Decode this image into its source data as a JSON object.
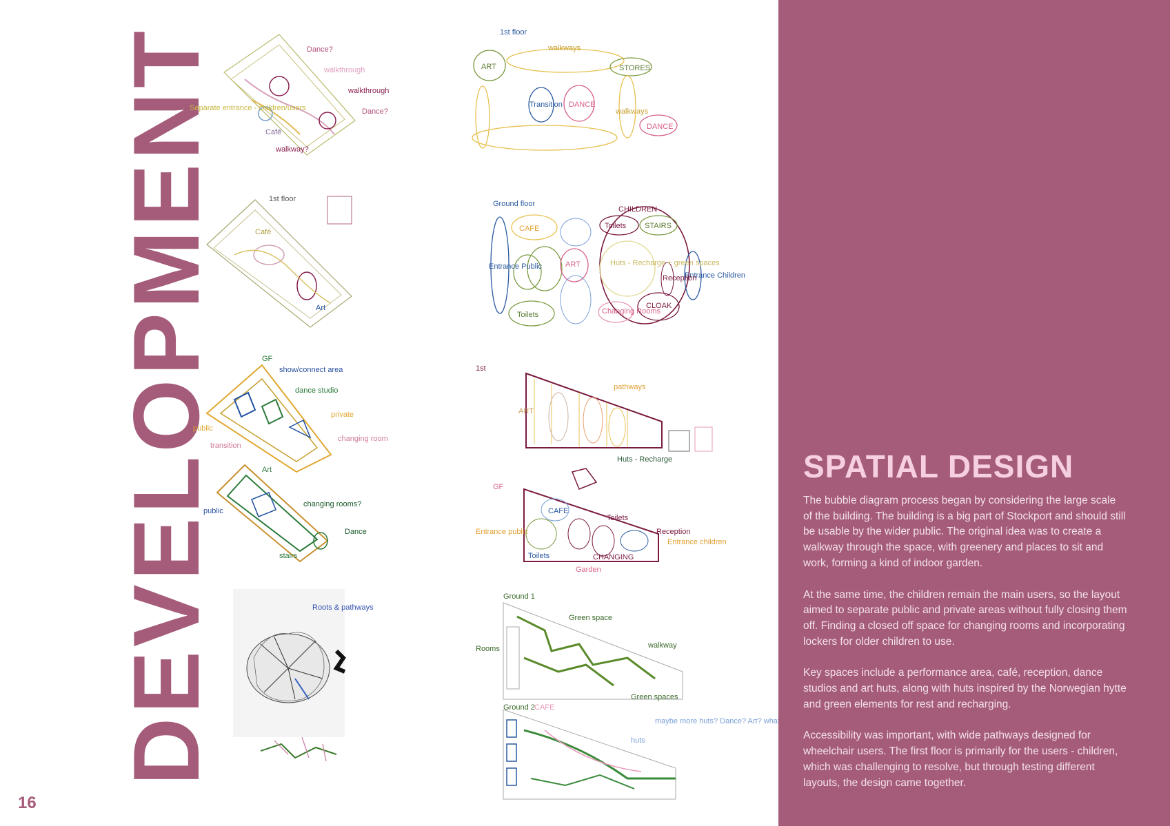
{
  "page": {
    "vertical_title": "DEVELOPMENT",
    "page_number": "16"
  },
  "panel": {
    "title": "SPATIAL DESIGN",
    "paragraphs": [
      "The bubble diagram process began by considering the large scale of the building. The building is a big part of Stockport and should still be usable by the wider public. The original idea was to create a walkway through the space, with greenery and places to sit and work, forming a kind of indoor garden.",
      "At the same time, the children remain the main users, so the layout aimed to separate public and private areas without fully closing them off. Finding a closed off space for changing rooms and incorporating lockers for older children to use.",
      "Key spaces include a performance area, café, reception, dance studios and art huts, along with huts inspired by the Norwegian hytte and green elements for rest and recharging.",
      "Accessibility was important, with wide pathways designed for wheelchair users. The first floor is primarily for the users - children, which was challenging to resolve, but through testing different layouts, the design came together."
    ]
  },
  "sketches": {
    "s1": [
      "Dance?",
      "walkthrough",
      "walkthrough",
      "Dance?",
      "Separate entrance - children/users",
      "Café",
      "walkway?"
    ],
    "s2": [
      "1st floor",
      "Art",
      "Café"
    ],
    "s3": [
      "GF",
      "show/connect area",
      "dance studio",
      "private",
      "public",
      "transition",
      "changing room"
    ],
    "s4": [
      "Art",
      "public",
      "changing rooms?",
      "Dance",
      "stairs"
    ],
    "s5": [
      "Roots & pathways"
    ],
    "b1": [
      "1st floor",
      "ART",
      "walkways",
      "STORES",
      "Transition",
      "DANCE",
      "walkways",
      "DANCE"
    ],
    "b2": [
      "Ground floor",
      "CHILDREN",
      "CAFE",
      "Toilets",
      "STAIRS",
      "Huts - Recharge + green spaces",
      "ART",
      "CLOAK",
      "Changing Rooms",
      "Toilets",
      "Entrance Public",
      "Entrance Children",
      "Reception"
    ],
    "f1": [
      "1st",
      "ART",
      "pathways",
      "Huts - Recharge"
    ],
    "f2": [
      "GF",
      "CAFE",
      "Toilets",
      "Reception",
      "Entrance children",
      "Toilets",
      "CHANGING",
      "Entrance public",
      "Garden"
    ],
    "g1": [
      "Ground 1",
      "Green space",
      "walkway",
      "Green spaces",
      "Rooms"
    ],
    "g2": [
      "Ground 2",
      "CAFE",
      "maybe more huts? Dance? Art? what to use here?",
      "huts"
    ]
  },
  "colors": {
    "accent": "#a55c7a",
    "title_pink": "#f6cfe0",
    "text_light": "#f3e1ea"
  }
}
